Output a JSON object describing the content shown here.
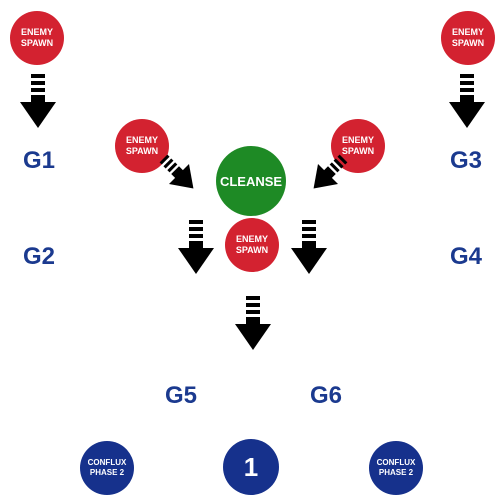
{
  "colors": {
    "enemy_spawn": "#d32230",
    "cleanse": "#1e8a25",
    "conflux": "#16318c",
    "group_label": "#1b3a8f",
    "arrow": "#000000"
  },
  "markers": {
    "spawn_top_left": "ENEMY SPAWN",
    "spawn_top_right": "ENEMY SPAWN",
    "spawn_mid_left": "ENEMY SPAWN",
    "spawn_mid_right": "ENEMY SPAWN",
    "spawn_center": "ENEMY SPAWN",
    "cleanse": "CLEANSE",
    "conflux_left": "CONFLUX PHASE 2",
    "conflux_right": "CONFLUX PHASE 2",
    "point_one": "1"
  },
  "groups": {
    "g1": "G1",
    "g2": "G2",
    "g3": "G3",
    "g4": "G4",
    "g5": "G5",
    "g6": "G6"
  },
  "icons": {
    "arrow": "striped-down-arrow-icon"
  }
}
